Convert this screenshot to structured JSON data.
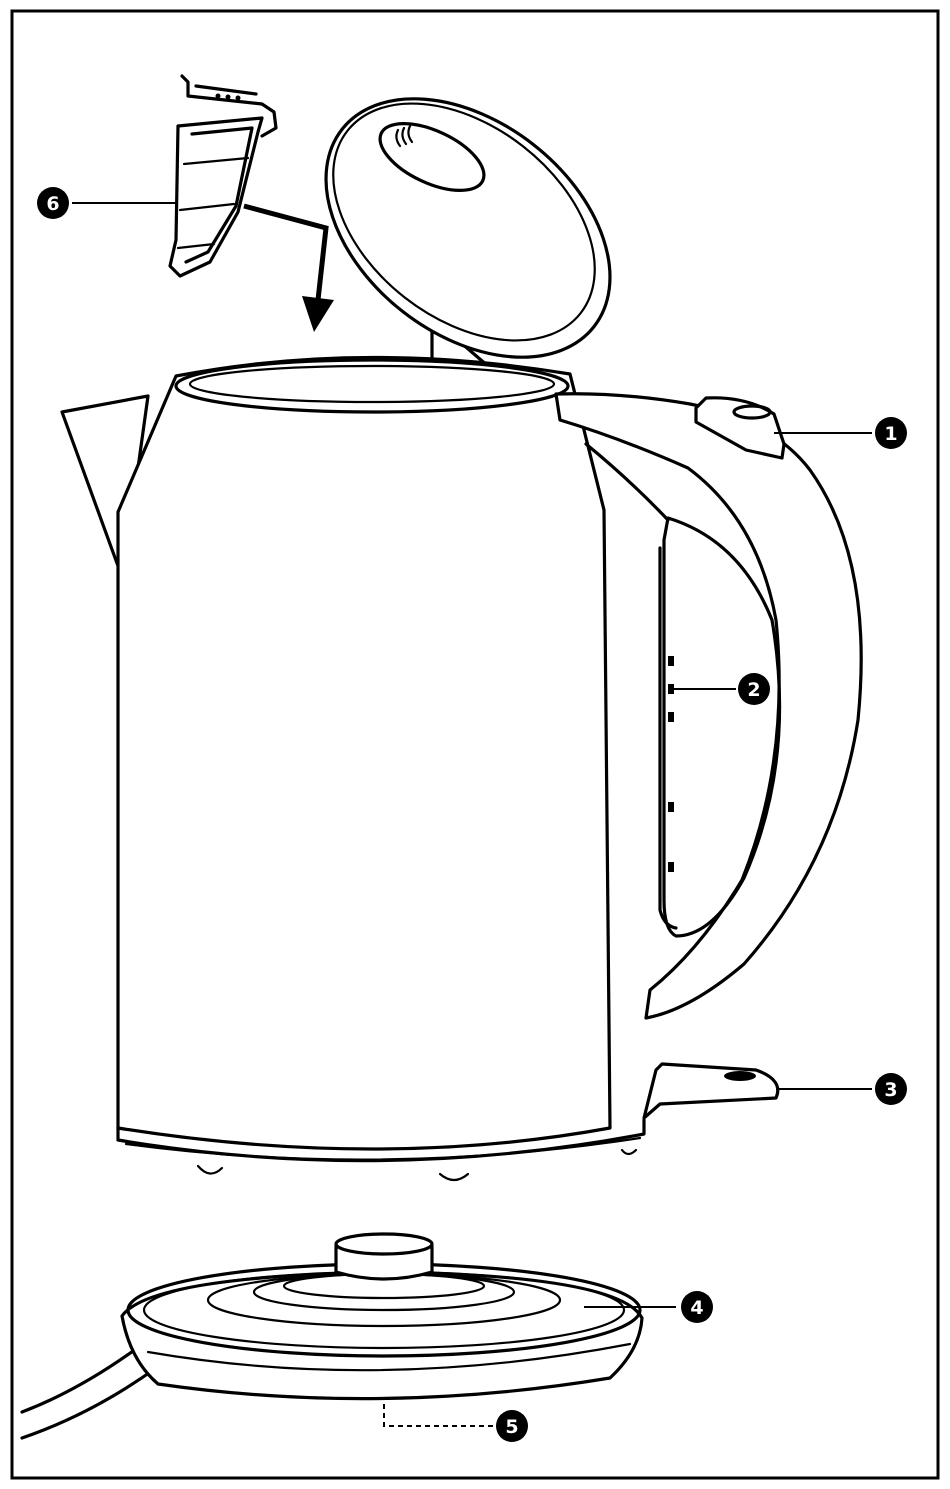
{
  "diagram": {
    "callouts": [
      {
        "id": "handle-button",
        "label": "1"
      },
      {
        "id": "water-window",
        "label": "2"
      },
      {
        "id": "power-switch",
        "label": "3"
      },
      {
        "id": "power-base",
        "label": "4"
      },
      {
        "id": "cord-storage",
        "label": "5"
      },
      {
        "id": "filter",
        "label": "6"
      }
    ]
  }
}
